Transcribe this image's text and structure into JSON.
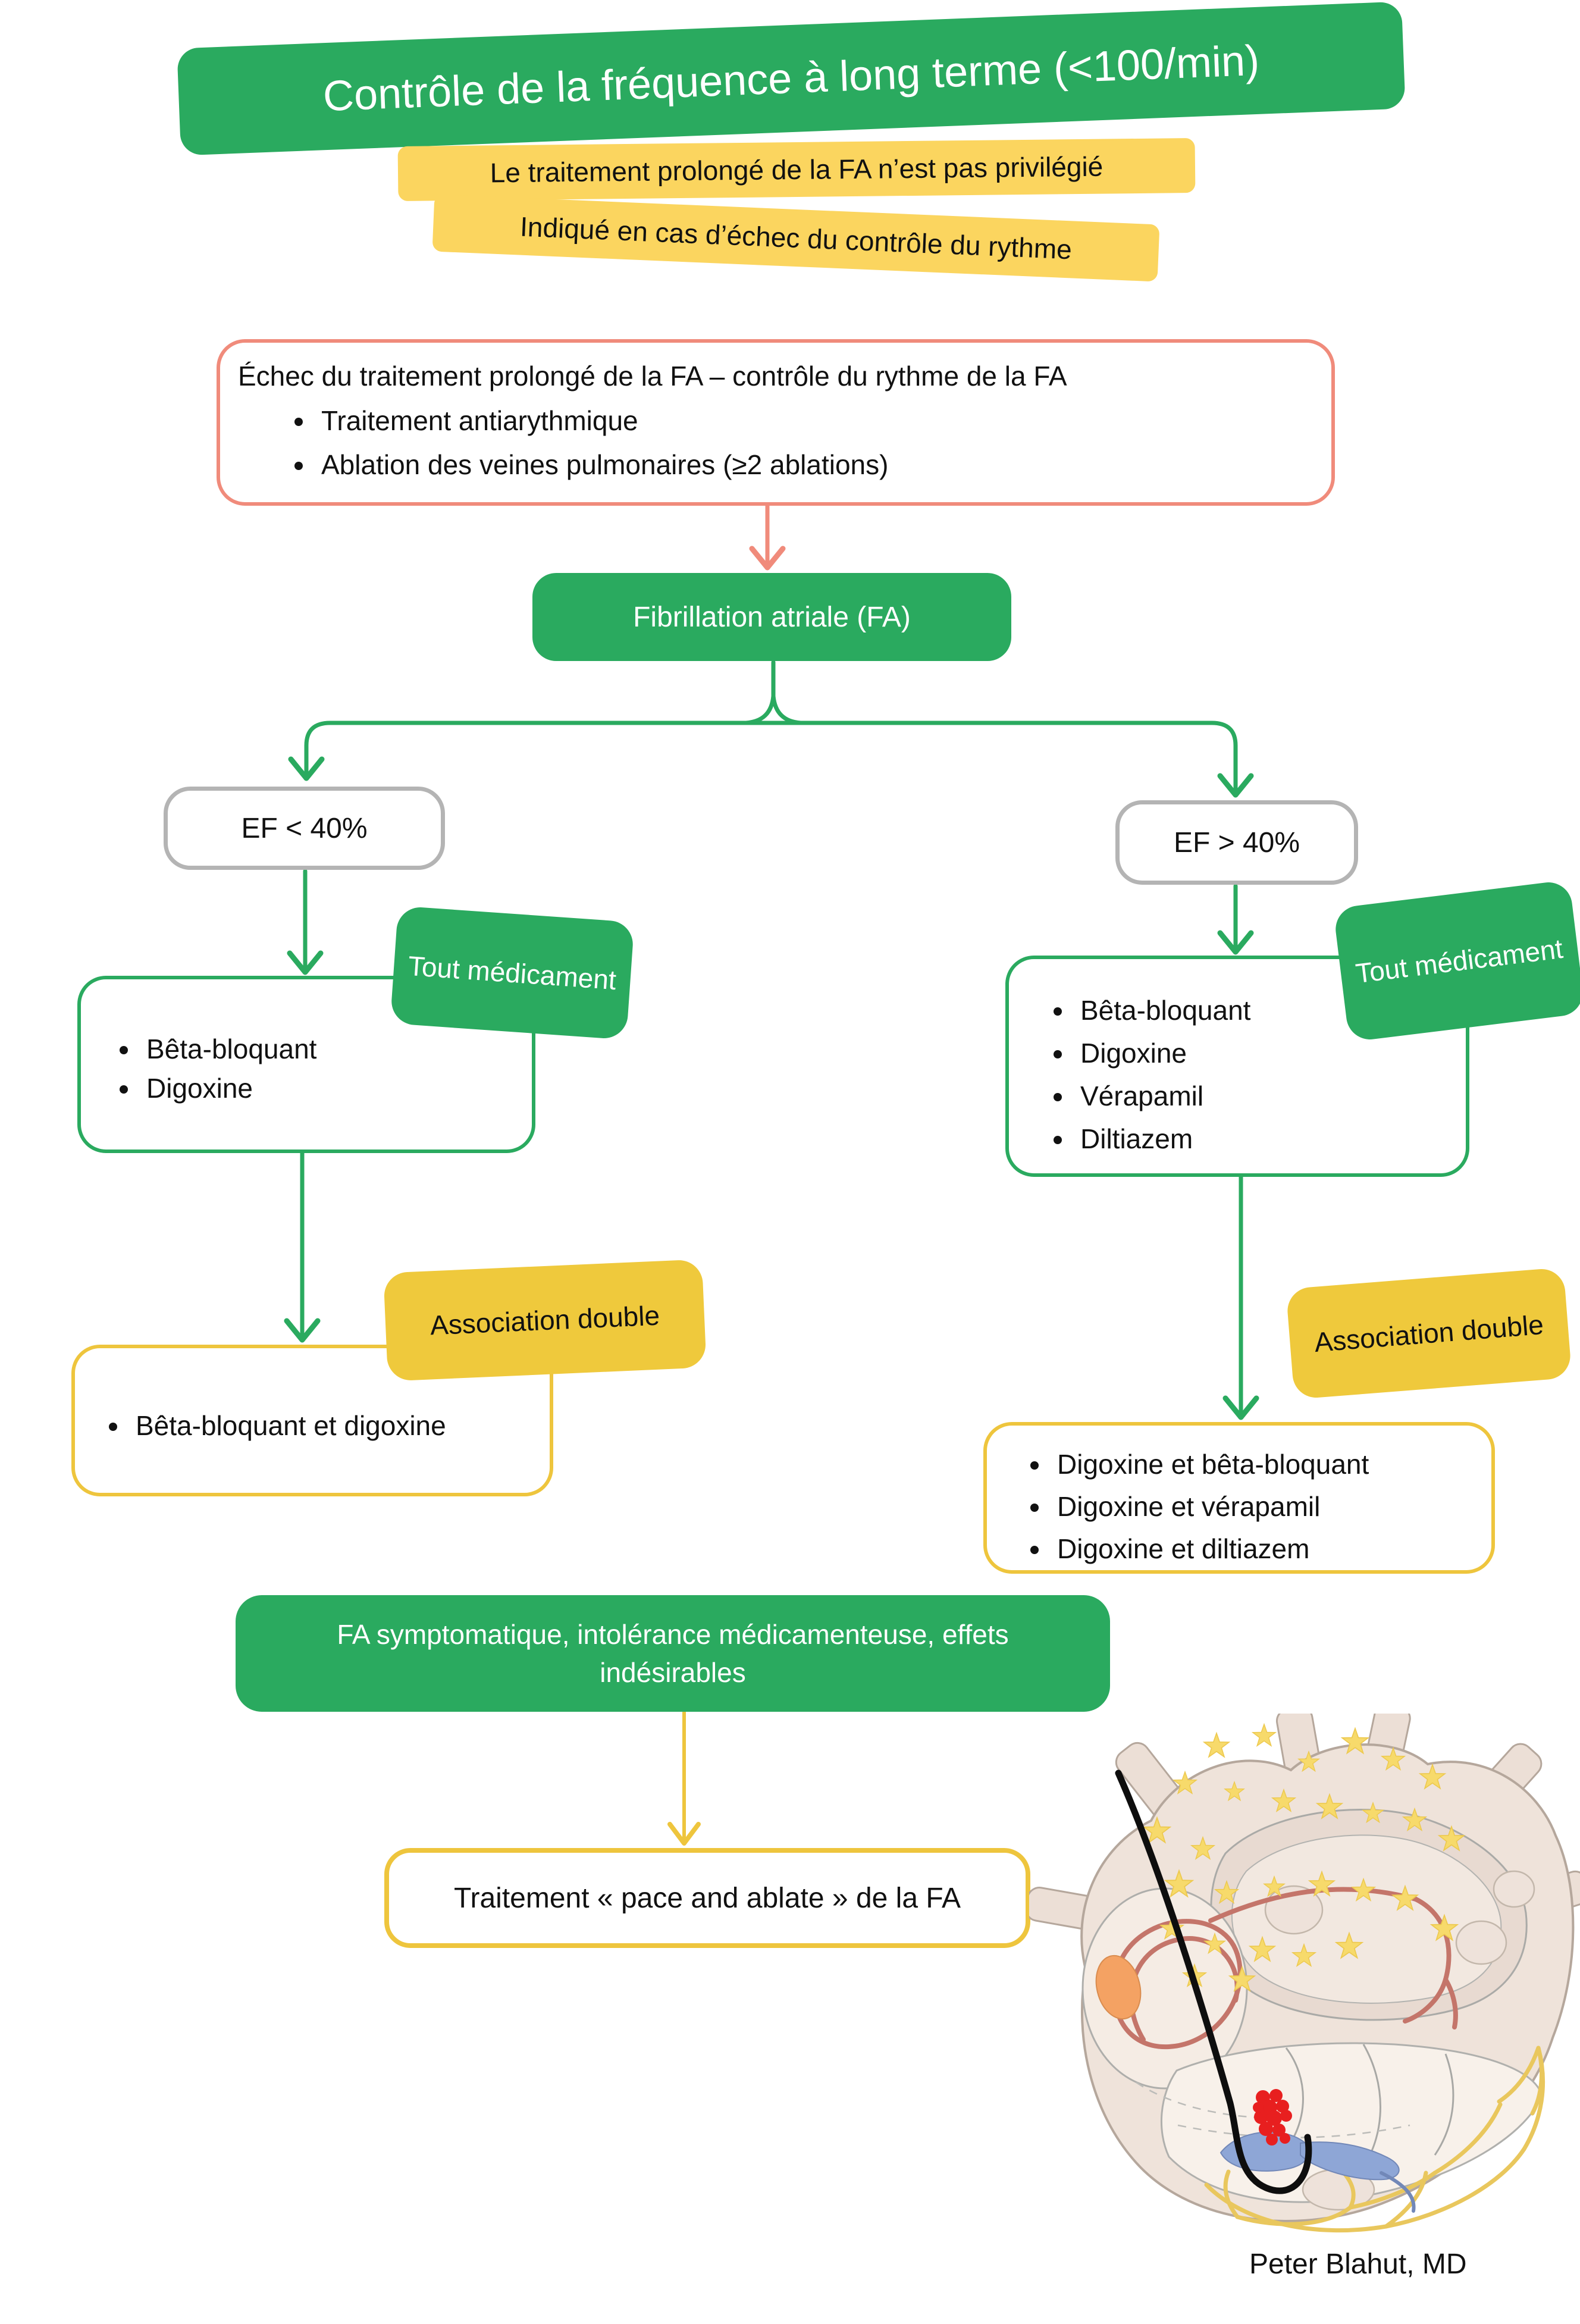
{
  "title": "Contrôle de la fréquence à long terme (<100/min)",
  "subtitle1": "Le traitement prolongé de la FA n’est pas privilégié",
  "subtitle2": "Indiqué en cas d’échec du contrôle du rythme",
  "failure_box": {
    "title": "Échec du traitement prolongé de la FA – contrôle du rythme de la FA",
    "bullets": [
      "Traitement antiarythmique",
      "Ablation des veines pulmonaires (≥2 ablations)"
    ]
  },
  "fa_node": {
    "label": "Fibrillation atriale (FA)"
  },
  "left_branch": {
    "condition": "EF < 40%",
    "any_drug_label": "Tout médicament",
    "drugs": [
      "Bêta-bloquant",
      "Digoxine"
    ],
    "combo_label": "Association double",
    "combos": [
      "Bêta-bloquant et digoxine"
    ]
  },
  "right_branch": {
    "condition": "EF > 40%",
    "any_drug_label": "Tout médicament",
    "drugs": [
      "Bêta-bloquant",
      "Digoxine",
      "Vérapamil",
      "Diltiazem"
    ],
    "combo_label": "Association double",
    "combos": [
      "Digoxine et bêta-bloquant",
      "Digoxine et vérapamil",
      "Digoxine et diltiazem"
    ]
  },
  "symptomatic_node": {
    "label": "FA symptomatique, intolérance médicamenteuse, effets indésirables"
  },
  "pace_ablate_node": {
    "label": "Traitement « pace and ablate » de la FA"
  },
  "credit": "Peter Blahut, MD",
  "colors": {
    "green": "#2aaa5f",
    "yellow_highlight": "#fbd55f",
    "gold": "#eec53d",
    "gold_label": "#efc93c",
    "salmon": "#f08b7b",
    "gray_border": "#b4b4b4",
    "catheter_black": "#0e0e0e",
    "ablation_red": "#e81f1f",
    "star_yellow": "#f7da6b",
    "text": "#111111"
  }
}
